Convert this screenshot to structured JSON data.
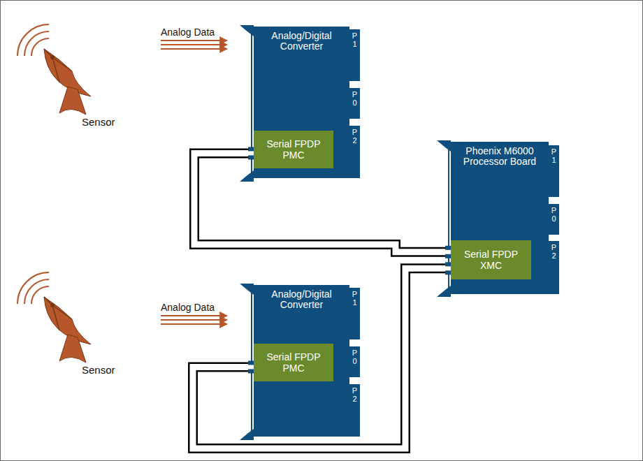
{
  "diagram": {
    "nodes": [
      {
        "text": [
          "Analog/Digital Converter"
        ]
      },
      {
        "text": [
          "P1"
        ],
        "in": 0
      },
      {
        "text": [
          "P0"
        ],
        "in": 0
      },
      {
        "text": [
          "P2"
        ],
        "in": 0
      },
      {
        "text": [
          "Serial FPDP PMC"
        ],
        "in": 0
      },
      {
        "text": [
          "Phoenix M6000 Processor Board"
        ]
      },
      {
        "text": [
          "P1"
        ],
        "in": 5
      },
      {
        "text": [
          "P0"
        ],
        "in": 5
      },
      {
        "text": [
          "P2"
        ],
        "in": 5
      },
      {
        "text": [
          "Serial FPDP XMC"
        ],
        "in": 5
      },
      {
        "text": [
          "Analog/Digital Converter"
        ]
      },
      {
        "text": [
          "P1"
        ],
        "in": 10
      },
      {
        "text": [
          "P0"
        ],
        "in": 10
      },
      {
        "text": [
          "P2"
        ],
        "in": 10
      },
      {
        "text": [
          "Serial FPDP PMC"
        ],
        "in": 10
      }
    ],
    "edges": [
      {
        "from": 4,
        "to": 9,
        "arrow": "none"
      },
      {
        "from": 14,
        "to": 9,
        "arrow": "none"
      }
    ],
    "labels": [
      "Analog Data",
      "Sensor",
      "Analog Data",
      "Sensor"
    ]
  }
}
